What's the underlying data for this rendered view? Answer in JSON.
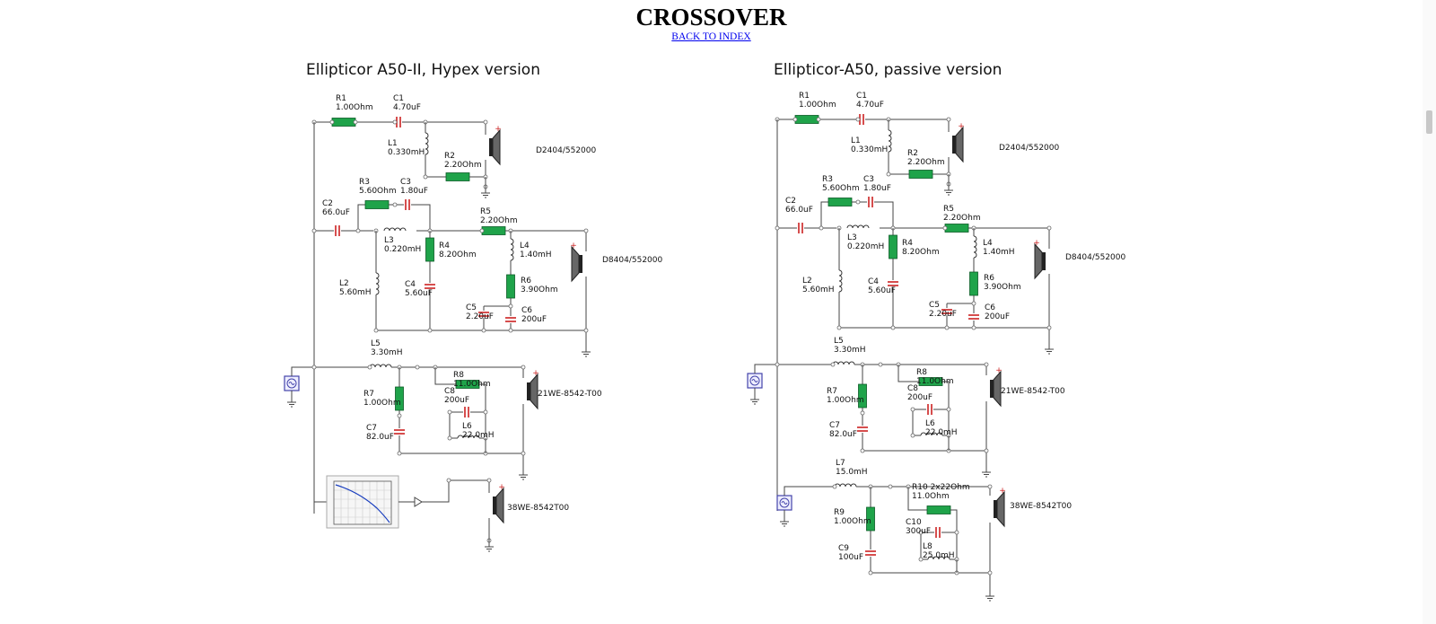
{
  "page": {
    "title": "CROSSOVER",
    "back_link": "BACK TO INDEX"
  },
  "colors": {
    "wire": "#444444",
    "resistor": "#1fa34a",
    "capacitor": "#cc2222",
    "inductor": "#333333",
    "driver": "#222222",
    "link": "#0000ee"
  },
  "left": {
    "heading": "Ellipticor A50-II, Hypex version",
    "components": {
      "r1": [
        "R1",
        "1.00Ohm"
      ],
      "c1": [
        "C1",
        "4.70uF"
      ],
      "l1": [
        "L1",
        "0.330mH"
      ],
      "r2": [
        "R2",
        "2.20Ohm"
      ],
      "r3": [
        "R3",
        "5.60Ohm"
      ],
      "c3": [
        "C3",
        "1.80uF"
      ],
      "c2": [
        "C2",
        "66.0uF"
      ],
      "l3": [
        "L3",
        "0.220mH"
      ],
      "r4": [
        "R4",
        "8.20Ohm"
      ],
      "r5": [
        "R5",
        "2.20Ohm"
      ],
      "l4": [
        "L4",
        "1.40mH"
      ],
      "r6": [
        "R6",
        "3.90Ohm"
      ],
      "l2": [
        "L2",
        "5.60mH"
      ],
      "c4": [
        "C4",
        "5.60uF"
      ],
      "c5": [
        "C5",
        "2.20uF"
      ],
      "c6": [
        "C6",
        "200uF"
      ],
      "l5": [
        "L5",
        "3.30mH"
      ],
      "r8": [
        "R8",
        "11.0Ohm"
      ],
      "c8": [
        "C8",
        "200uF"
      ],
      "r7": [
        "R7",
        "1.00Ohm"
      ],
      "l6": [
        "L6",
        "22.0mH"
      ],
      "c7": [
        "C7",
        "82.0uF"
      ]
    },
    "drivers": {
      "tweeter": "D2404/552000",
      "mid": "D8404/552000",
      "woofer1": "21WE-8542-T00",
      "woofer2": "38WE-8542T00"
    }
  },
  "right": {
    "heading": "Ellipticor-A50, passive version",
    "components": {
      "r1": [
        "R1",
        "1.00Ohm"
      ],
      "c1": [
        "C1",
        "4.70uF"
      ],
      "l1": [
        "L1",
        "0.330mH"
      ],
      "r2": [
        "R2",
        "2.20Ohm"
      ],
      "r3": [
        "R3",
        "5.60Ohm"
      ],
      "c3": [
        "C3",
        "1.80uF"
      ],
      "c2": [
        "C2",
        "66.0uF"
      ],
      "l3": [
        "L3",
        "0.220mH"
      ],
      "r4": [
        "R4",
        "8.20Ohm"
      ],
      "r5": [
        "R5",
        "2.20Ohm"
      ],
      "l4": [
        "L4",
        "1.40mH"
      ],
      "r6": [
        "R6",
        "3.90Ohm"
      ],
      "l2": [
        "L2",
        "5.60mH"
      ],
      "c4": [
        "C4",
        "5.60uF"
      ],
      "c5": [
        "C5",
        "2.20uF"
      ],
      "c6": [
        "C6",
        "200uF"
      ],
      "l5": [
        "L5",
        "3.30mH"
      ],
      "r8": [
        "R8",
        "11.0Ohm"
      ],
      "c8": [
        "C8",
        "200uF"
      ],
      "r7": [
        "R7",
        "1.00Ohm"
      ],
      "l6": [
        "L6",
        "22.0mH"
      ],
      "c7": [
        "C7",
        "82.0uF"
      ],
      "l7": [
        "L7",
        "15.0mH"
      ],
      "r10": [
        "R10  2x22Ohm",
        "11.0Ohm"
      ],
      "c10": [
        "C10",
        "300uF"
      ],
      "r9": [
        "R9",
        "1.00Ohm"
      ],
      "l8": [
        "L8",
        "25.0mH"
      ],
      "c9": [
        "C9",
        "100uF"
      ]
    },
    "drivers": {
      "tweeter": "D2404/552000",
      "mid": "D8404/552000",
      "woofer1": "21WE-8542-T00",
      "woofer2": "38WE-8542T00"
    }
  }
}
